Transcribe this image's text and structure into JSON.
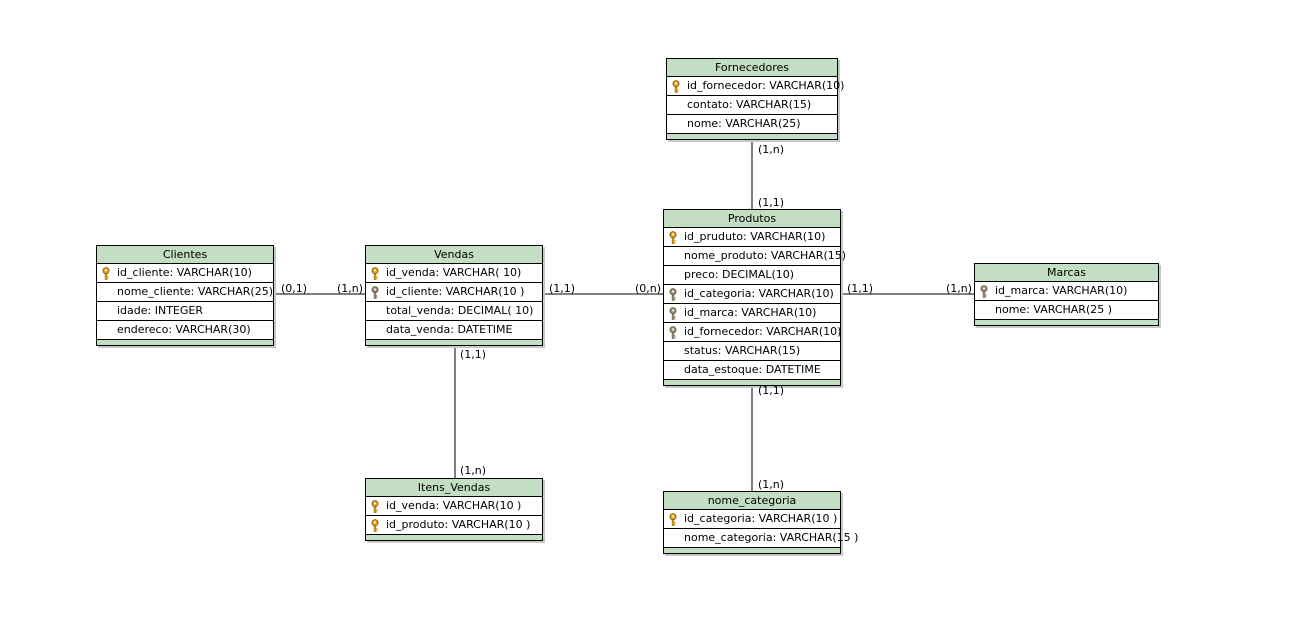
{
  "entities": {
    "fornecedores": {
      "title": "Fornecedores",
      "fields": [
        {
          "text": "id_fornecedor: VARCHAR(10)",
          "key": "pk"
        },
        {
          "text": "contato: VARCHAR(15)",
          "key": ""
        },
        {
          "text": "nome: VARCHAR(25)",
          "key": ""
        }
      ]
    },
    "clientes": {
      "title": "Clientes",
      "fields": [
        {
          "text": "id_cliente: VARCHAR(10)",
          "key": "pk"
        },
        {
          "text": "nome_cliente: VARCHAR(25)",
          "key": ""
        },
        {
          "text": "idade: INTEGER",
          "key": ""
        },
        {
          "text": "endereco: VARCHAR(30)",
          "key": ""
        }
      ]
    },
    "vendas": {
      "title": "Vendas",
      "fields": [
        {
          "text": "id_venda: VARCHAR( 10)",
          "key": "pk"
        },
        {
          "text": "id_cliente: VARCHAR(10 )",
          "key": "fk"
        },
        {
          "text": "total_venda: DECIMAL( 10)",
          "key": ""
        },
        {
          "text": "data_venda: DATETIME",
          "key": ""
        }
      ]
    },
    "produtos": {
      "title": "Produtos",
      "fields": [
        {
          "text": "id_pruduto: VARCHAR(10)",
          "key": "pk"
        },
        {
          "text": "nome_produto: VARCHAR(15)",
          "key": ""
        },
        {
          "text": "preco: DECIMAL(10)",
          "key": ""
        },
        {
          "text": "id_categoria: VARCHAR(10)",
          "key": "fk"
        },
        {
          "text": "id_marca: VARCHAR(10)",
          "key": "fk"
        },
        {
          "text": "id_fornecedor: VARCHAR(10)",
          "key": "fk"
        },
        {
          "text": "status: VARCHAR(15)",
          "key": ""
        },
        {
          "text": "data_estoque: DATETIME",
          "key": ""
        }
      ]
    },
    "marcas": {
      "title": "Marcas",
      "fields": [
        {
          "text": "id_marca: VARCHAR(10)",
          "key": "fk"
        },
        {
          "text": "nome: VARCHAR(25 )",
          "key": ""
        }
      ]
    },
    "itens_vendas": {
      "title": "Itens_Vendas",
      "fields": [
        {
          "text": "id_venda: VARCHAR(10 )",
          "key": "pk"
        },
        {
          "text": "id_produto: VARCHAR(10 )",
          "key": "pk"
        }
      ]
    },
    "nome_categoria": {
      "title": "nome_categoria",
      "fields": [
        {
          "text": "id_categoria: VARCHAR(10 )",
          "key": "pk"
        },
        {
          "text": "nome_categoria: VARCHAR(15 )",
          "key": ""
        }
      ]
    }
  },
  "cardinalities": {
    "fornecedores_produtos_top": "(1,n)",
    "fornecedores_produtos_bottom": "(1,1)",
    "clientes_vendas_left": "(0,1)",
    "clientes_vendas_right": "(1,n)",
    "vendas_produtos_left": "(1,1)",
    "vendas_produtos_right": "(0,n)",
    "produtos_marcas_left": "(1,1)",
    "produtos_marcas_right": "(1,n)",
    "vendas_itens_top": "(1,1)",
    "vendas_itens_bottom": "(1,n)",
    "produtos_categoria_top": "(1,1)",
    "produtos_categoria_bottom": "(1,n)"
  },
  "colors": {
    "header": "#c3dec3",
    "pk_key": "#e8a317",
    "fk_key": "#8f8f8f"
  }
}
